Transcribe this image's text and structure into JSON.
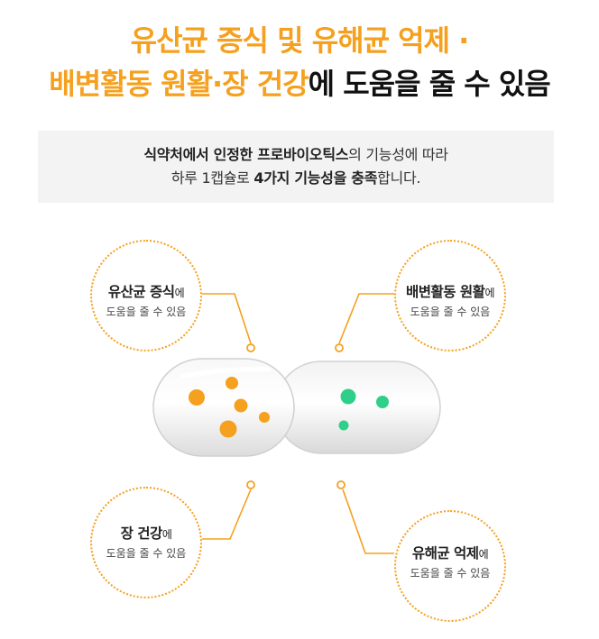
{
  "headline": {
    "line1": "유산균 증식 및 유해균 억제 ·",
    "line2_orange": "배변활동 원활·장 건강",
    "line2_black": "에 도움을 줄 수 있음"
  },
  "info": {
    "line1_bold": "식약처에서 인정한 프로바이오틱스",
    "line1_rest": "의 기능성에 따라",
    "line2_a": "하루 1캡슐로 ",
    "line2_bold": "4가지 기능성을 충족",
    "line2_rest": "합니다."
  },
  "benefits": [
    {
      "title": "유산균 증식",
      "suffix": "에",
      "sub": "도움을 줄 수 있음"
    },
    {
      "title": "배변활동 원활",
      "suffix": "에",
      "sub": "도움을 줄 수 있음"
    },
    {
      "title": "장 건강",
      "suffix": "에",
      "sub": "도움을 줄 수 있음"
    },
    {
      "title": "유해균 억제",
      "suffix": "에",
      "sub": "도움을 줄 수 있음"
    }
  ],
  "colors": {
    "accent": "#f5a01e",
    "green": "#2fcf8a",
    "background_box": "#f3f3f3"
  }
}
